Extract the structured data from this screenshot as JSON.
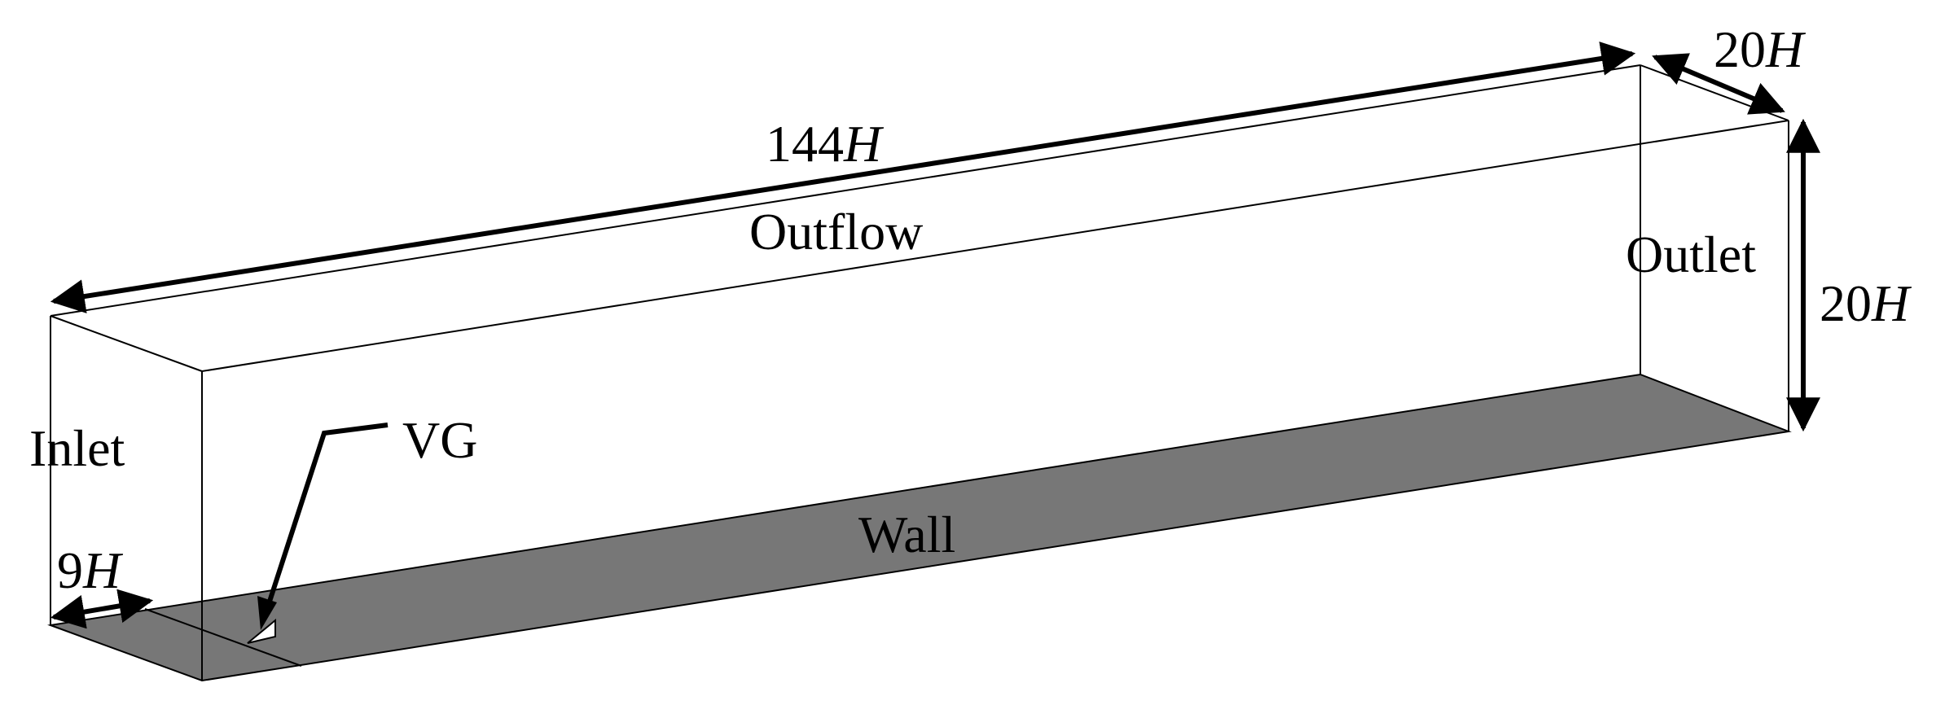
{
  "colors": {
    "background": "#ffffff",
    "edge": "#000000",
    "wall_fill": "#777777",
    "arrow": "#000000"
  },
  "labels": {
    "length_num": "144",
    "length_var": "H",
    "outflow": "Outflow",
    "outlet": "Outlet",
    "inlet": "Inlet",
    "wall": "Wall",
    "vg": "VG",
    "depth_num": "20",
    "depth_var": "H",
    "height_num": "20",
    "height_var": "H",
    "offset_num": "9",
    "offset_var": "H"
  }
}
